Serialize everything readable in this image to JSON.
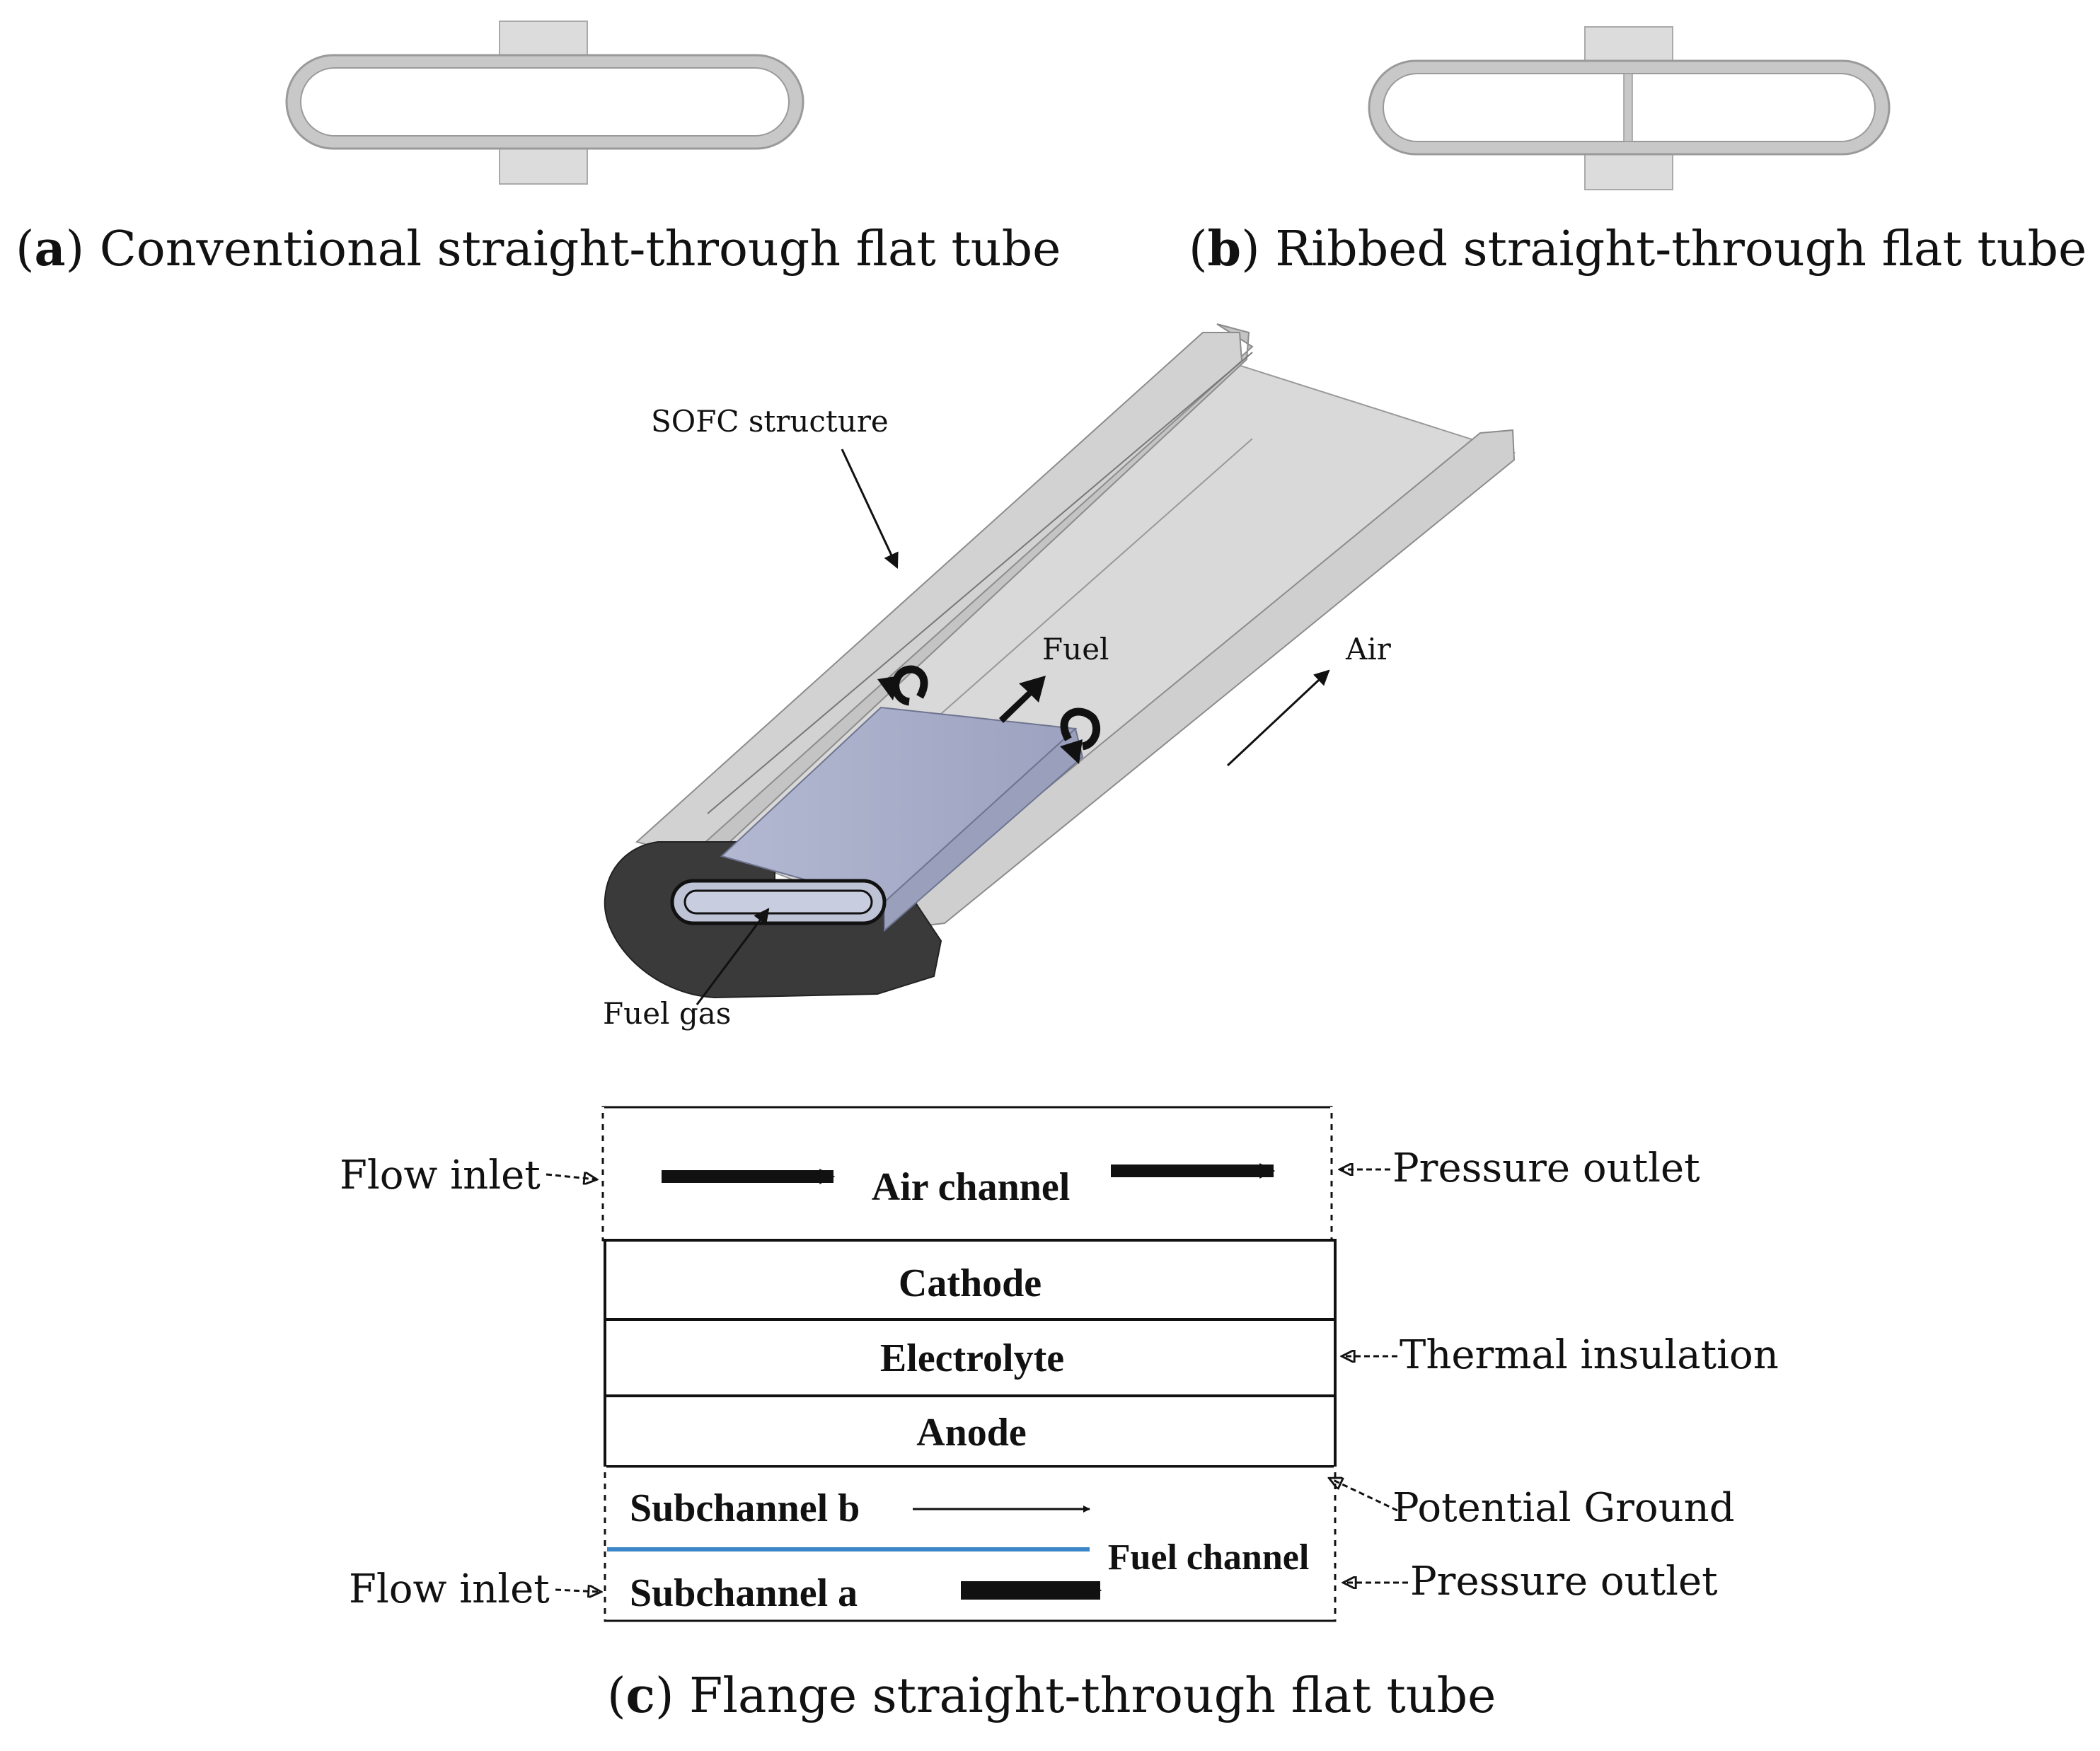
{
  "figure_a": {
    "letter": "a",
    "caption": "Conventional straight-through flat tube"
  },
  "figure_b": {
    "letter": "b",
    "caption": "Ribbed straight-through flat tube"
  },
  "figure_3d": {
    "label_structure": "SOFC structure",
    "label_fuel": "Fuel",
    "label_air": "Air",
    "label_fuel_gas": "Fuel gas"
  },
  "figure_c": {
    "letter": "c",
    "caption": "Flange straight-through flat tube",
    "layers": {
      "air_channel": "Air channel",
      "cathode": "Cathode",
      "electrolyte": "Electrolyte",
      "anode": "Anode",
      "subchannel_b": "Subchannel b",
      "subchannel_a": "Subchannel a",
      "fuel_channel": "Fuel channel"
    },
    "boundaries": {
      "flow_inlet_top": "Flow inlet",
      "flow_inlet_bottom": "Flow inlet",
      "pressure_outlet_top": "Pressure outlet",
      "pressure_outlet_bottom": "Pressure outlet",
      "thermal_insulation": "Thermal insulation",
      "potential_ground": "Potential Ground"
    },
    "divider_color": "#3a86c8"
  },
  "colors": {
    "tube_gray": "#d6d6d6",
    "tube_edge": "#8c8c8c",
    "fuel_block": "#a9aec9",
    "dark_section": "#3a3a3a"
  }
}
